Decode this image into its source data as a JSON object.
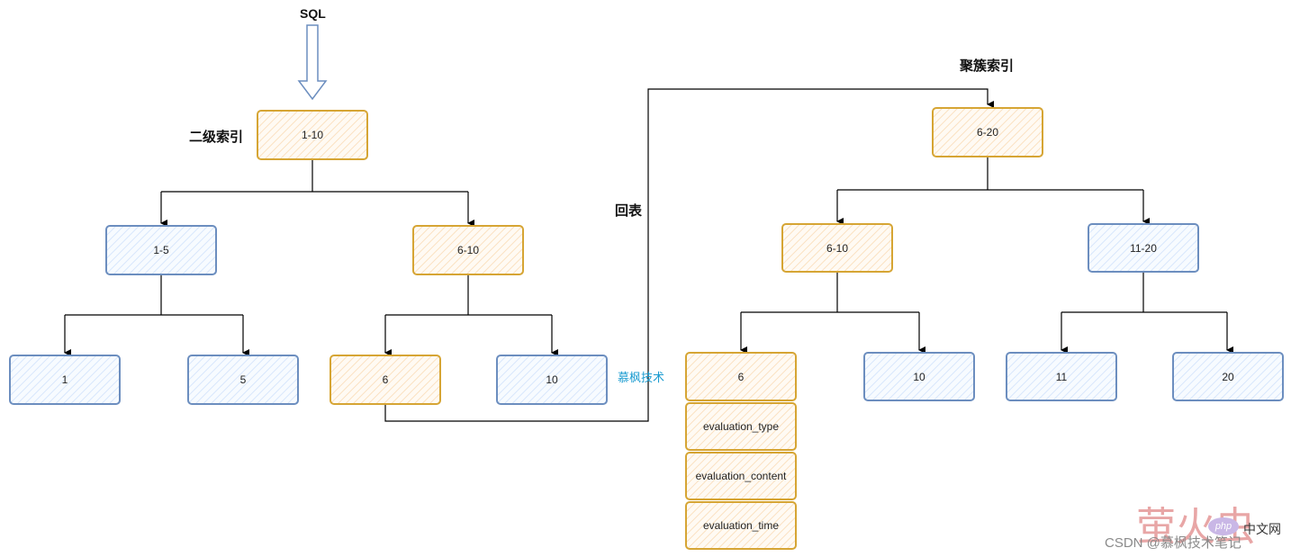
{
  "labels": {
    "sql": "SQL",
    "secondary_index": "二级索引",
    "clustered_index": "聚簇索引",
    "back_to_table": "回表"
  },
  "secondary_tree": {
    "root": "1-10",
    "left": "1-5",
    "right": "6-10",
    "leaf_1": "1",
    "leaf_5": "5",
    "leaf_6": "6",
    "leaf_10": "10"
  },
  "clustered_tree": {
    "root": "6-20",
    "left": "6-10",
    "right": "11-20",
    "leaf_10": "10",
    "leaf_11": "11",
    "leaf_20": "20",
    "record": [
      "6",
      "evaluation_type",
      "evaluation_content",
      "evaluation_time"
    ]
  },
  "watermarks": {
    "mufeng": "慕枫技术",
    "firefly": "萤火虫",
    "php_badge": "php",
    "cn_site": "中文网",
    "csdn": "CSDN @慕枫技术笔记"
  },
  "colors": {
    "blue_border": "#6c8ebf",
    "orange_border": "#d6a534",
    "teal_text": "#1a9bd0"
  }
}
